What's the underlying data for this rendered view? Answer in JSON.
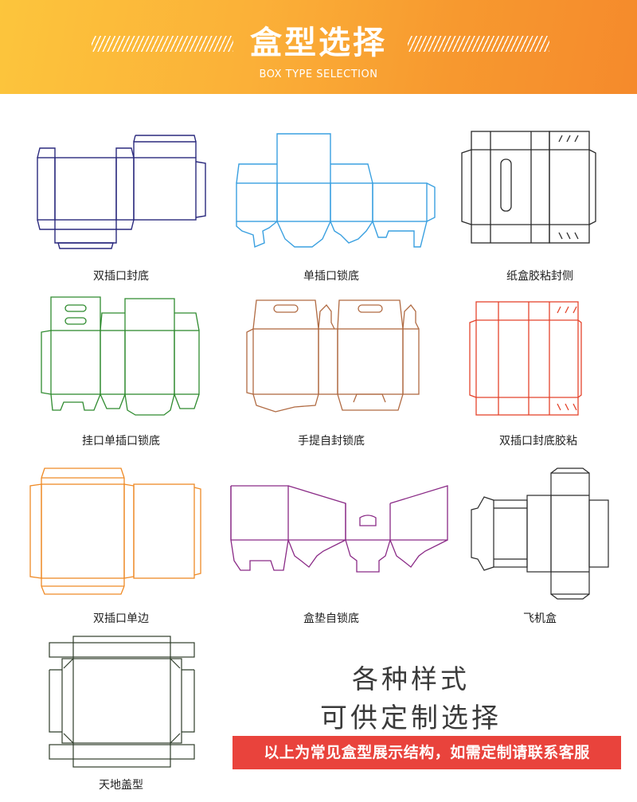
{
  "header": {
    "title": "盒型选择",
    "subtitle": "BOX TYPE SELECTION"
  },
  "boxes": [
    {
      "label": "双插口封底",
      "color": "#2b2a7e",
      "icon": "dieline-double-tuck-bottom"
    },
    {
      "label": "单插口锁底",
      "color": "#3aa0e0",
      "icon": "dieline-single-tuck-lock-bottom"
    },
    {
      "label": "纸盒胶粘封侧",
      "color": "#2a2a2a",
      "icon": "dieline-glued-side"
    },
    {
      "label": "挂口单插口锁底",
      "color": "#2f8b2f",
      "icon": "dieline-hanger-lock-bottom"
    },
    {
      "label": "手提自封锁底",
      "color": "#b06a42",
      "icon": "dieline-handle-lock-bottom"
    },
    {
      "label": "双插口封底胶粘",
      "color": "#e4442c",
      "icon": "dieline-double-tuck-glued"
    },
    {
      "label": "双插口单边",
      "color": "#ef8a26",
      "icon": "dieline-double-tuck-single-side"
    },
    {
      "label": "盒垫自锁底",
      "color": "#8a2a86",
      "icon": "dieline-pad-self-lock"
    },
    {
      "label": "飞机盒",
      "color": "#2a2a2a",
      "icon": "dieline-mailer-box"
    },
    {
      "label": "天地盖型",
      "color": "#2f3d2a",
      "icon": "dieline-lid-and-base"
    }
  ],
  "promo": {
    "line1": "各种样式",
    "line2": "可供定制选择",
    "note": "以上为常见盒型展示结构，如需定制请联系客服"
  }
}
